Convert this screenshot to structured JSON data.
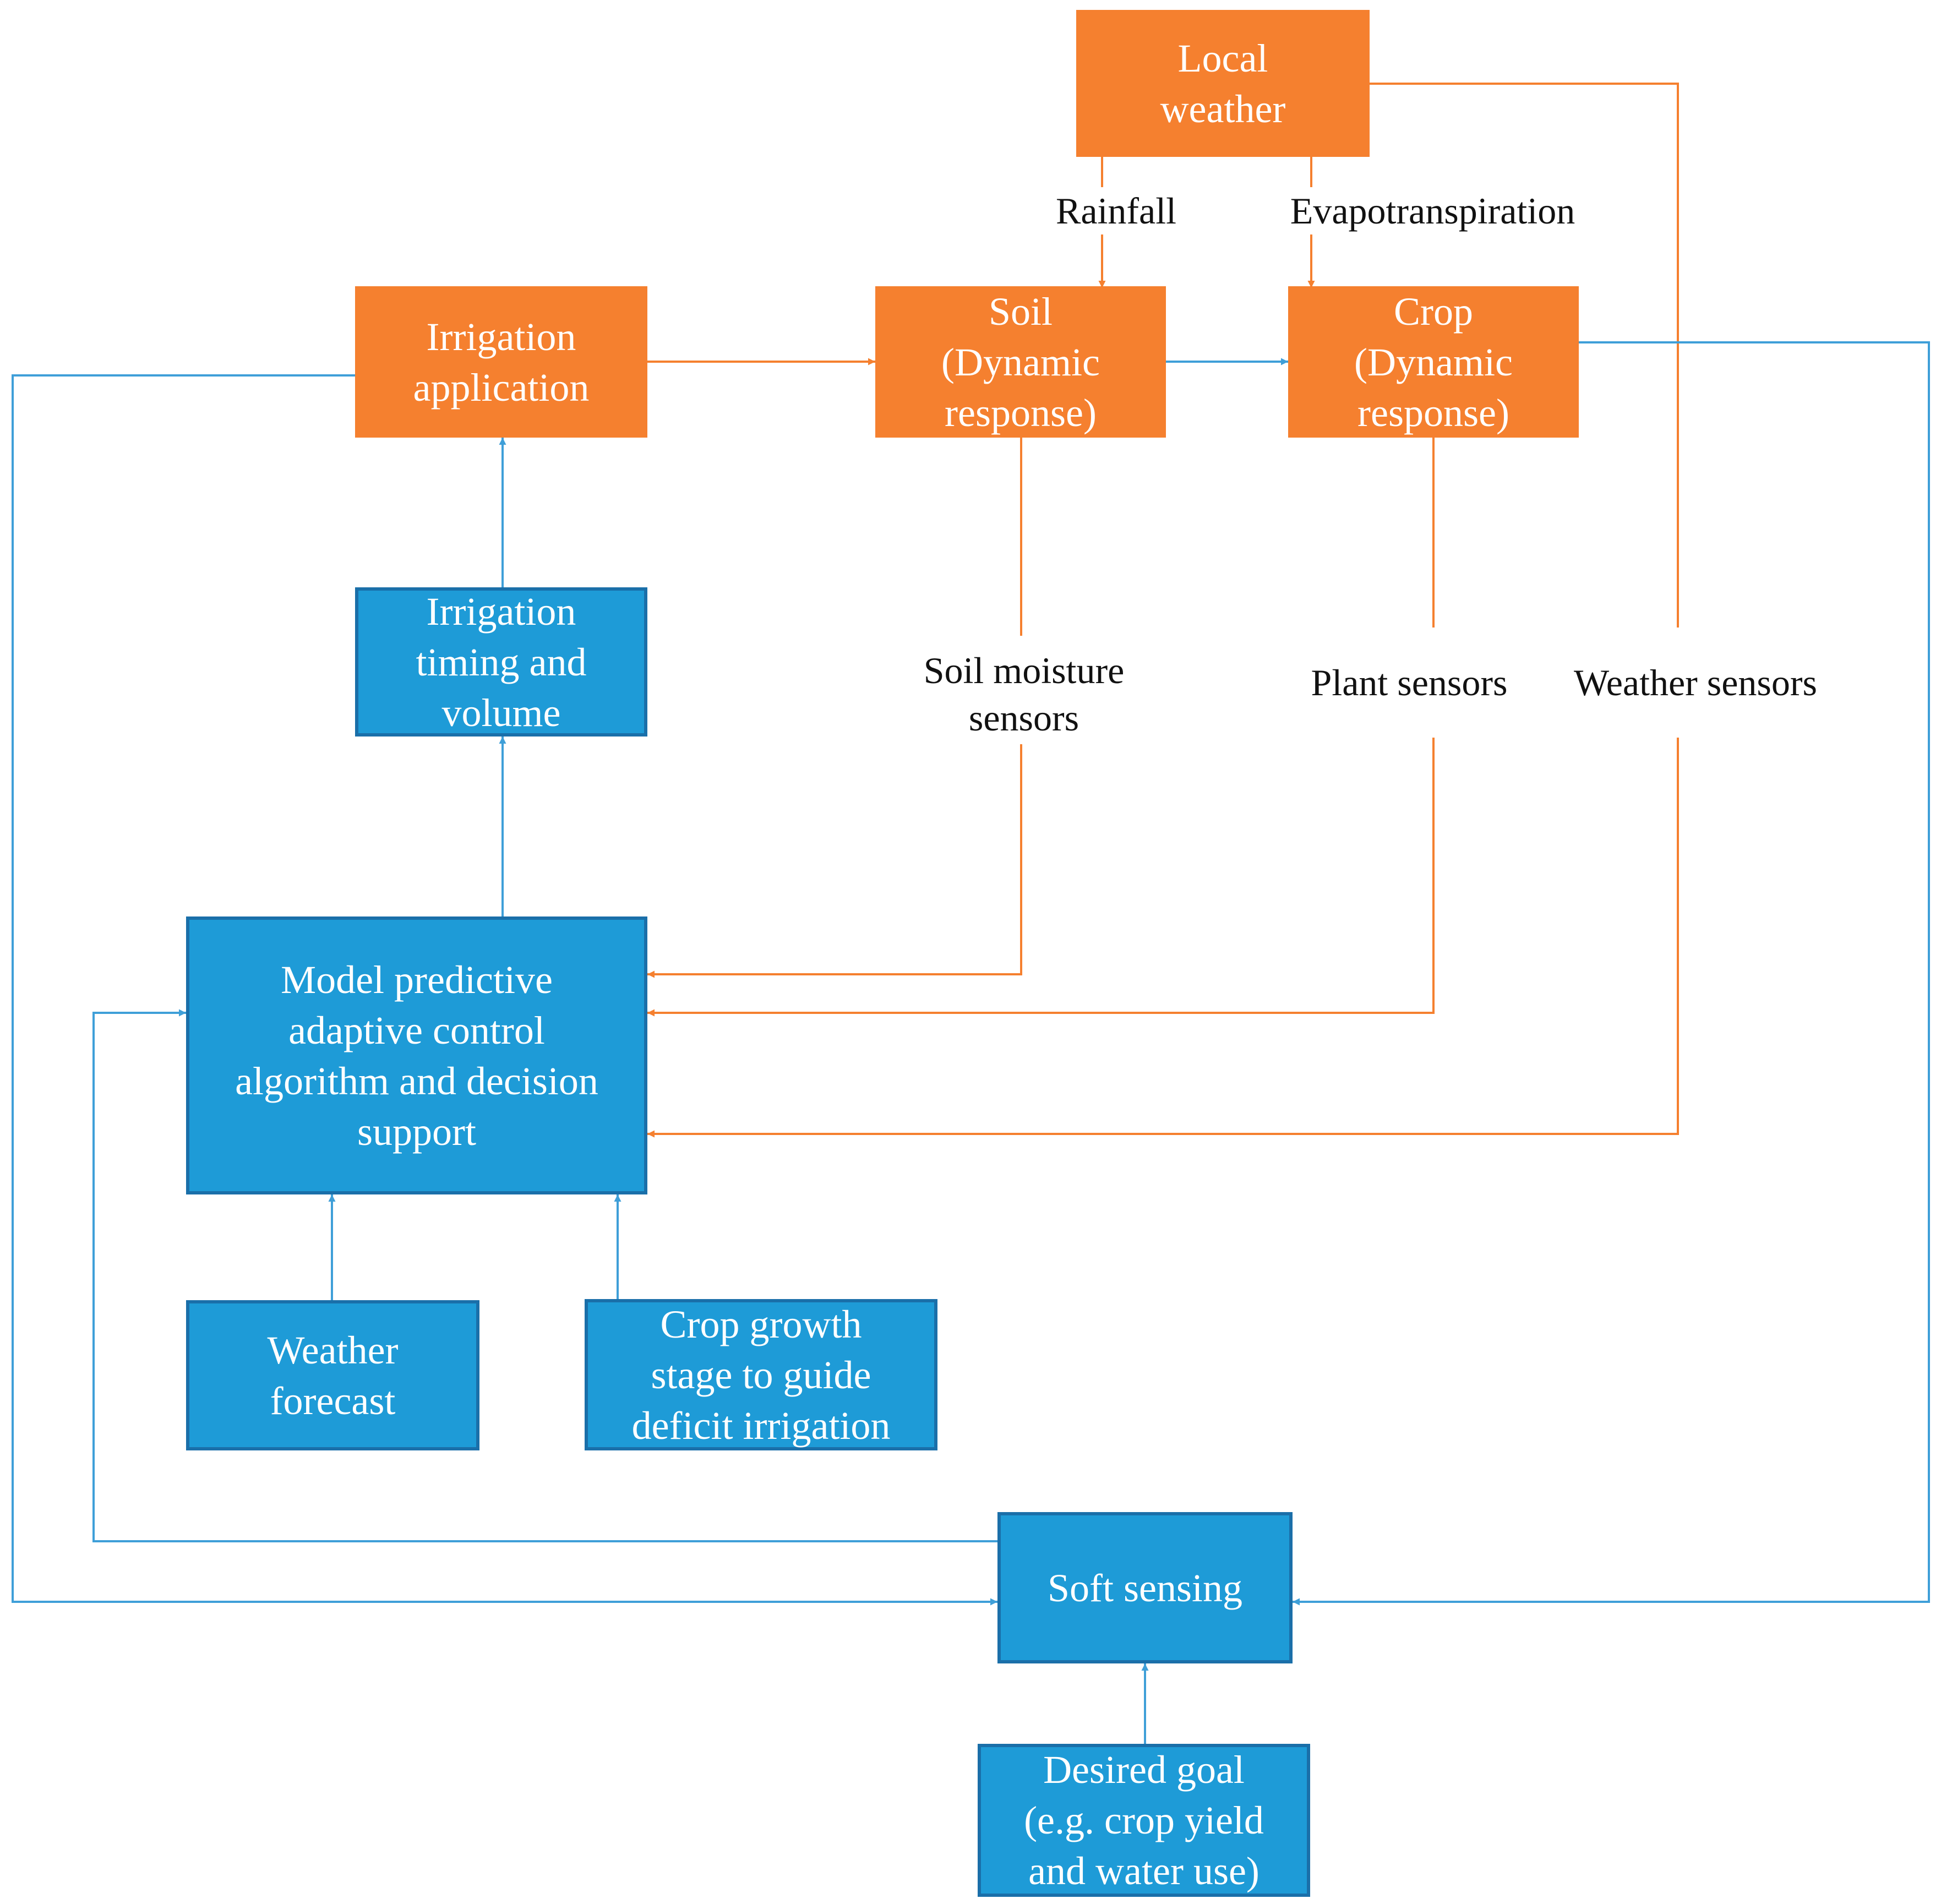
{
  "colors": {
    "process_box": "#f5802f",
    "control_box": "#1e9bd7",
    "control_border": "#1a6fa9",
    "orange_arrow": "#f5802f",
    "blue_arrow": "#3f9fd8"
  },
  "nodes": {
    "local_weather": "Local\nweather",
    "irrigation_application": "Irrigation\napplication",
    "soil": "Soil\n(Dynamic\nresponse)",
    "crop": "Crop\n(Dynamic\nresponse)",
    "irrigation_timing": "Irrigation\ntiming and\nvolume",
    "model_predictive": "Model predictive\nadaptive control\nalgorithm and decision\nsupport",
    "weather_forecast": "Weather\nforecast",
    "crop_growth_stage": "Crop growth\nstage to guide\ndeficit irrigation",
    "soft_sensing": "Soft sensing",
    "desired_goal": "Desired goal\n(e.g. crop yield\nand water use)"
  },
  "labels": {
    "rainfall": "Rainfall",
    "evapotranspiration": "Evapotranspiration",
    "soil_moisture_sensors": "Soil moisture\nsensors",
    "plant_sensors": "Plant sensors",
    "weather_sensors": "Weather sensors"
  }
}
